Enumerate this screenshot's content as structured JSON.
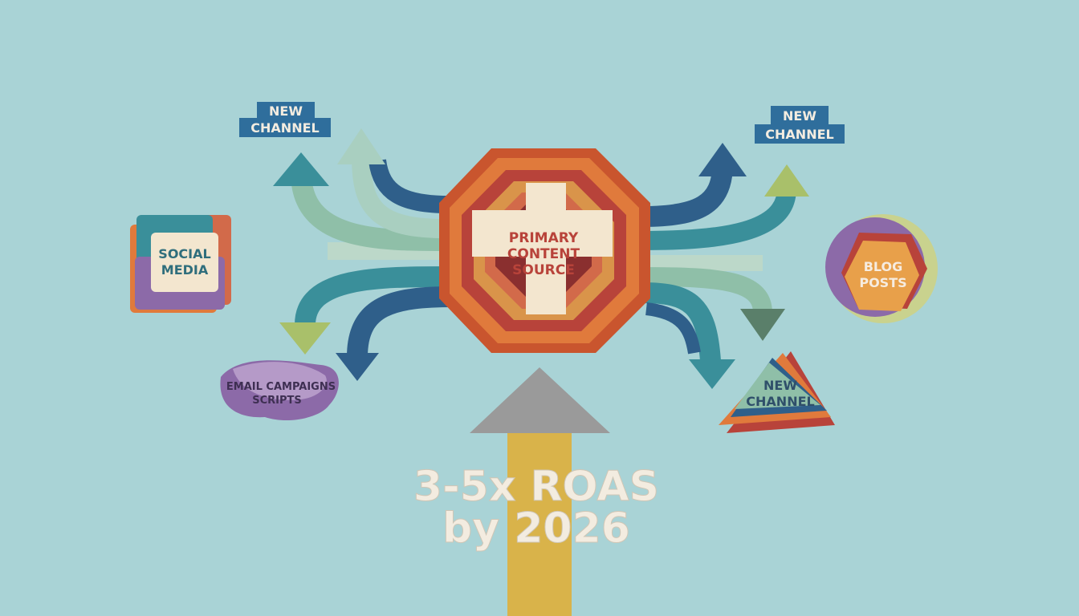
{
  "center": {
    "line1": "PRIMARY",
    "line2": "CONTENT",
    "line3": "SOURCE"
  },
  "nodes": {
    "social_media": {
      "line1": "SOCIAL",
      "line2": "MEDIA"
    },
    "email": {
      "line1": "EMAIL CAMPAIGNS",
      "line2": "SCRIPTS"
    },
    "blog_posts": {
      "line1": "BLOG",
      "line2": "POSTS"
    },
    "new_channel_top_left": {
      "line1": "NEW",
      "line2": "CHANNEL"
    },
    "new_channel_top_right": {
      "line1": "NEW",
      "line2": "CHANNEL"
    },
    "new_channel_bottom_right": {
      "line1": "NEW",
      "line2": "CHANNEL"
    }
  },
  "headline": {
    "line1": "3-5x ROAS",
    "line2": "by 2026"
  },
  "colors": {
    "background": "#a9d3d6",
    "navy": "#2f5f8a",
    "teal": "#3a8f9a",
    "sage": "#8fbfa8",
    "olive": "#a9c06a",
    "orange": "#e07a3c",
    "red": "#b8433a",
    "cream": "#f3e6cf",
    "mustard": "#d9b34a",
    "purple": "#8c6aa8",
    "label_blue": "#2f6e9c"
  }
}
